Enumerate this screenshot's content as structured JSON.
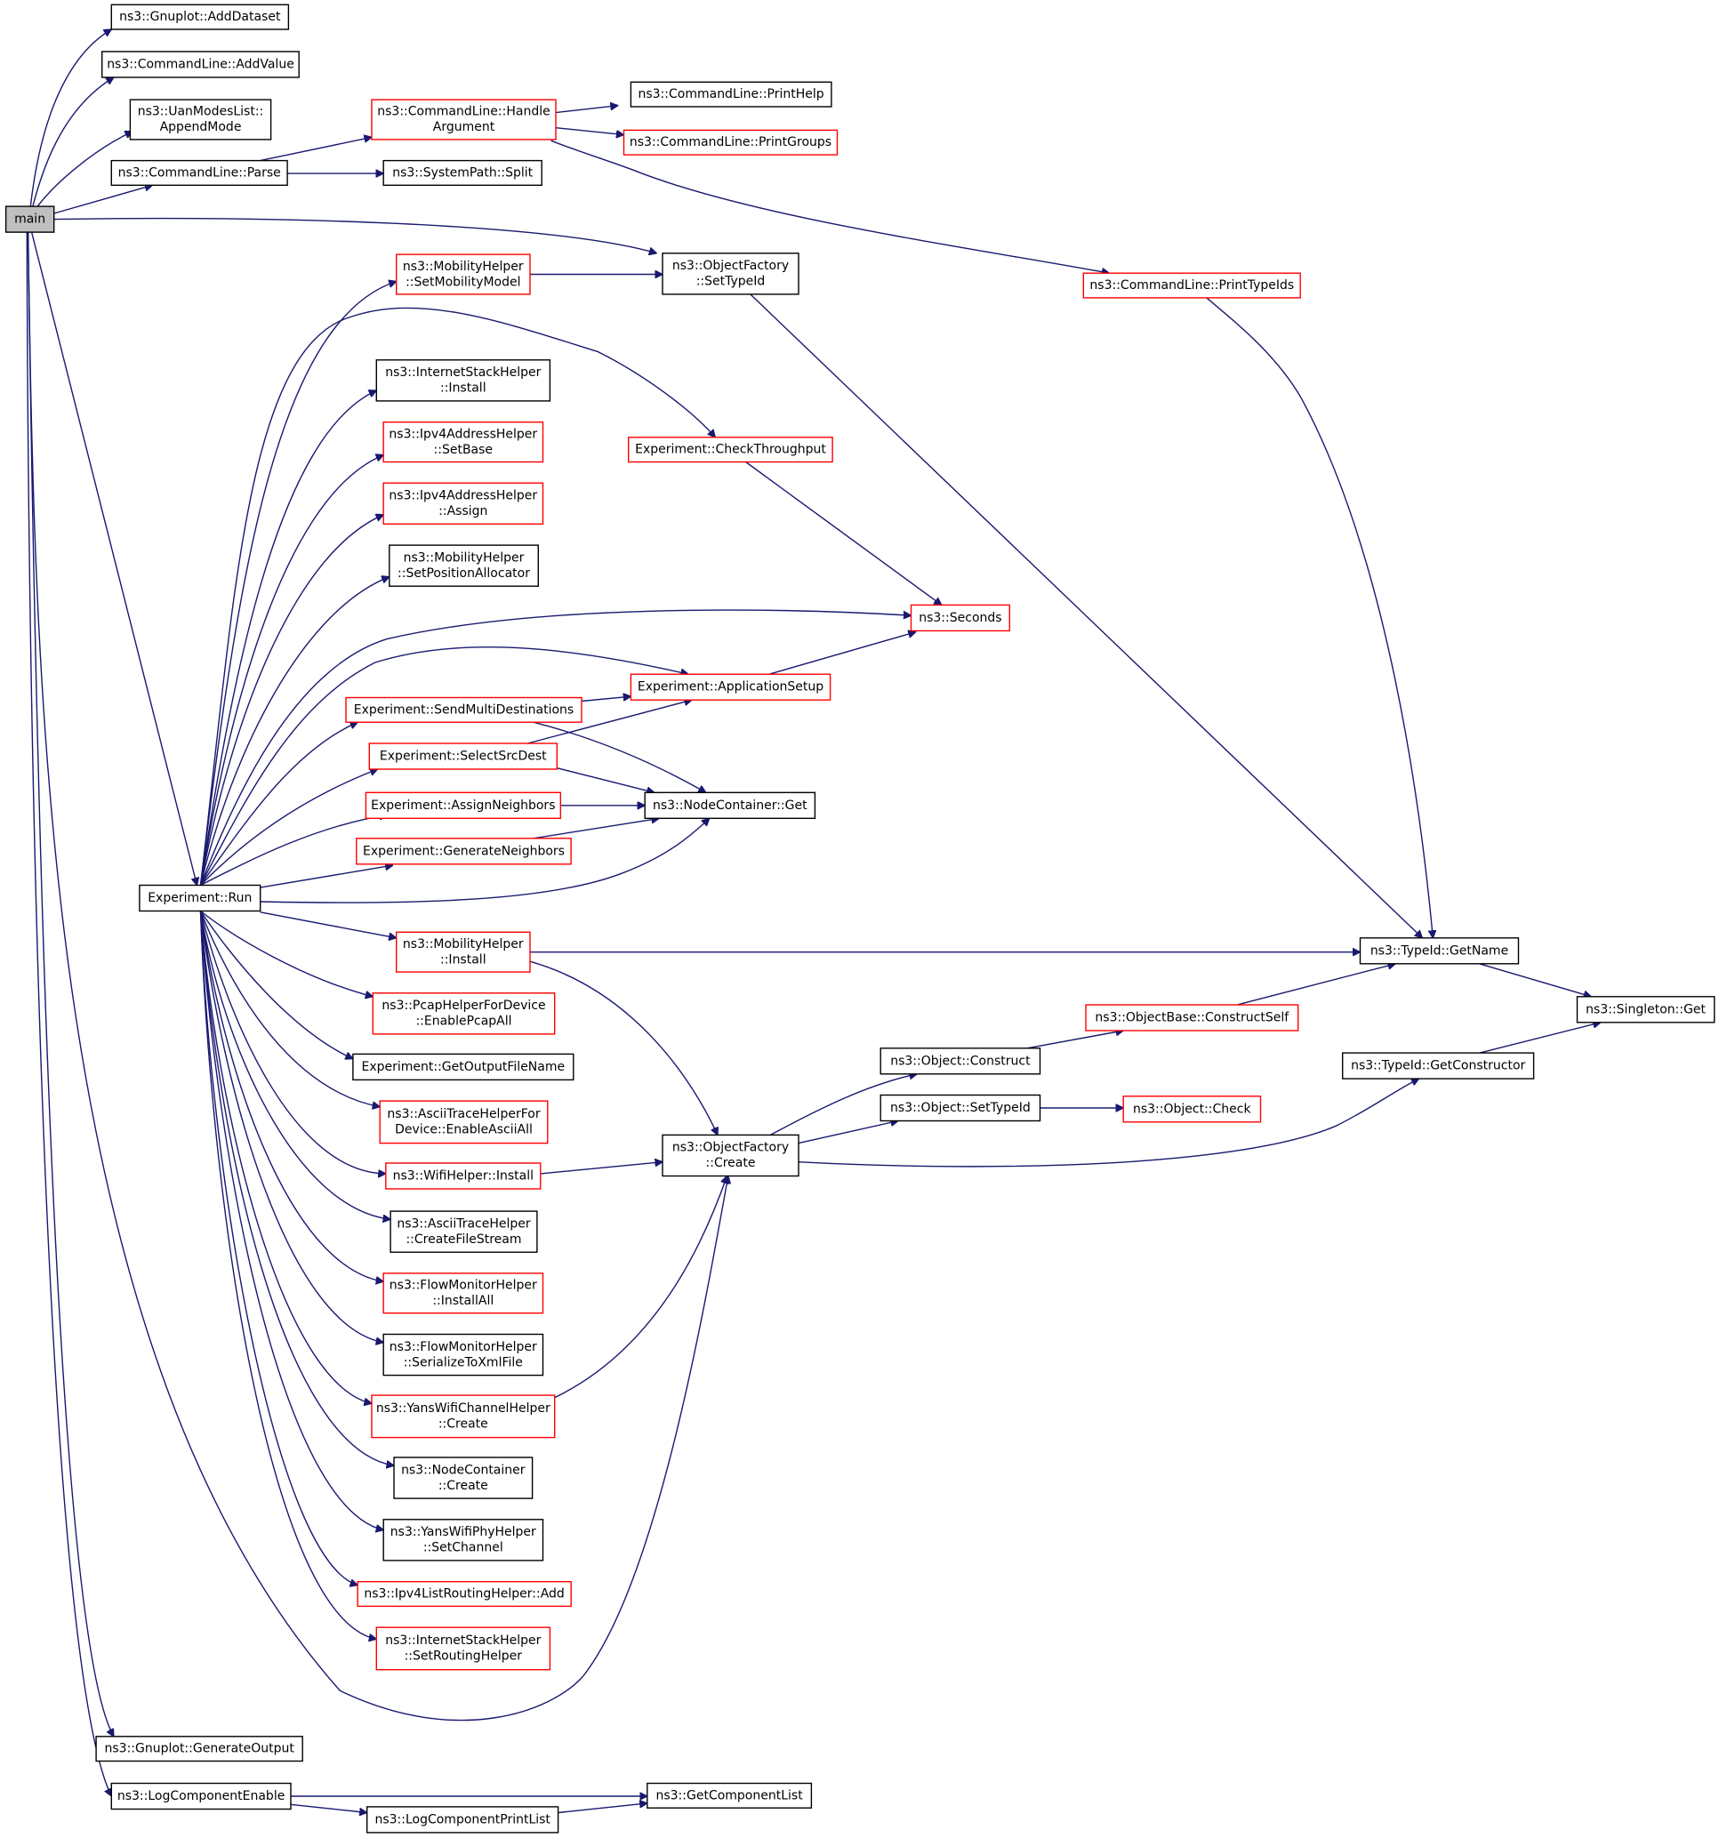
{
  "nodes": [
    {
      "id": "main",
      "lines": [
        "main"
      ]
    },
    {
      "id": "gnuplot_adddataset",
      "lines": [
        "ns3::Gnuplot::AddDataset"
      ]
    },
    {
      "id": "cmdline_addvalue",
      "lines": [
        "ns3::CommandLine::AddValue"
      ]
    },
    {
      "id": "uanmodeslist_appendmode",
      "lines": [
        "ns3::UanModesList::",
        "AppendMode"
      ]
    },
    {
      "id": "cmdline_parse",
      "lines": [
        "ns3::CommandLine::Parse"
      ]
    },
    {
      "id": "cmdline_handleargument",
      "lines": [
        "ns3::CommandLine::Handle",
        "Argument"
      ]
    },
    {
      "id": "cmdline_printhelp",
      "lines": [
        "ns3::CommandLine::PrintHelp"
      ]
    },
    {
      "id": "cmdline_printgroups",
      "lines": [
        "ns3::CommandLine::PrintGroups"
      ]
    },
    {
      "id": "systempath_split",
      "lines": [
        "ns3::SystemPath::Split"
      ]
    },
    {
      "id": "mobilityhelper_setmobilitymodel",
      "lines": [
        "ns3::MobilityHelper",
        "::SetMobilityModel"
      ]
    },
    {
      "id": "objectfactory_settypeid",
      "lines": [
        "ns3::ObjectFactory",
        "::SetTypeId"
      ]
    },
    {
      "id": "cmdline_printtypeids",
      "lines": [
        "ns3::CommandLine::PrintTypeIds"
      ]
    },
    {
      "id": "internetstackhelper_install",
      "lines": [
        "ns3::InternetStackHelper",
        "::Install"
      ]
    },
    {
      "id": "ipv4addresshelper_setbase",
      "lines": [
        "ns3::Ipv4AddressHelper",
        "::SetBase"
      ]
    },
    {
      "id": "experiment_checkthroughput",
      "lines": [
        "Experiment::CheckThroughput"
      ]
    },
    {
      "id": "ipv4addresshelper_assign",
      "lines": [
        "ns3::Ipv4AddressHelper",
        "::Assign"
      ]
    },
    {
      "id": "mobilityhelper_setpositionallocator",
      "lines": [
        "ns3::MobilityHelper",
        "::SetPositionAllocator"
      ]
    },
    {
      "id": "seconds",
      "lines": [
        "ns3::Seconds"
      ]
    },
    {
      "id": "experiment_applicationsetup",
      "lines": [
        "Experiment::ApplicationSetup"
      ]
    },
    {
      "id": "experiment_sendmultidestinations",
      "lines": [
        "Experiment::SendMultiDestinations"
      ]
    },
    {
      "id": "experiment_selectsrcdest",
      "lines": [
        "Experiment::SelectSrcDest"
      ]
    },
    {
      "id": "experiment_assignneighbors",
      "lines": [
        "Experiment::AssignNeighbors"
      ]
    },
    {
      "id": "nodecontainer_get",
      "lines": [
        "ns3::NodeContainer::Get"
      ]
    },
    {
      "id": "experiment_generateneighbors",
      "lines": [
        "Experiment::GenerateNeighbors"
      ]
    },
    {
      "id": "experiment_run",
      "lines": [
        "Experiment::Run"
      ]
    },
    {
      "id": "mobilityhelper_install",
      "lines": [
        "ns3::MobilityHelper",
        "::Install"
      ]
    },
    {
      "id": "typeid_getname",
      "lines": [
        "ns3::TypeId::GetName"
      ]
    },
    {
      "id": "singleton_get",
      "lines": [
        "ns3::Singleton::Get"
      ]
    },
    {
      "id": "pcaphelperfordevice_enablepcapall",
      "lines": [
        "ns3::PcapHelperForDevice",
        "::EnablePcapAll"
      ]
    },
    {
      "id": "objectbase_constructself",
      "lines": [
        "ns3::ObjectBase::ConstructSelf"
      ]
    },
    {
      "id": "experiment_getoutputfilename",
      "lines": [
        "Experiment::GetOutputFileName"
      ]
    },
    {
      "id": "object_construct",
      "lines": [
        "ns3::Object::Construct"
      ]
    },
    {
      "id": "typeid_getconstructor",
      "lines": [
        "ns3::TypeId::GetConstructor"
      ]
    },
    {
      "id": "asciitracehelperfordevice_enableasciiall",
      "lines": [
        "ns3::AsciiTraceHelperFor",
        "Device::EnableAsciiAll"
      ]
    },
    {
      "id": "object_settypeid",
      "lines": [
        "ns3::Object::SetTypeId"
      ]
    },
    {
      "id": "object_check",
      "lines": [
        "ns3::Object::Check"
      ]
    },
    {
      "id": "objectfactory_create",
      "lines": [
        "ns3::ObjectFactory",
        "::Create"
      ]
    },
    {
      "id": "wifihelper_install",
      "lines": [
        "ns3::WifiHelper::Install"
      ]
    },
    {
      "id": "asciitracehelper_createfilestream",
      "lines": [
        "ns3::AsciiTraceHelper",
        "::CreateFileStream"
      ]
    },
    {
      "id": "flowmonitorhelper_installall",
      "lines": [
        "ns3::FlowMonitorHelper",
        "::InstallAll"
      ]
    },
    {
      "id": "flowmonitorhelper_serializetoxmlfile",
      "lines": [
        "ns3::FlowMonitorHelper",
        "::SerializeToXmlFile"
      ]
    },
    {
      "id": "yanswifichannelhelper_create",
      "lines": [
        "ns3::YansWifiChannelHelper",
        "::Create"
      ]
    },
    {
      "id": "nodecontainer_create",
      "lines": [
        "ns3::NodeContainer",
        "::Create"
      ]
    },
    {
      "id": "yanswifiphyhelper_setchannel",
      "lines": [
        "ns3::YansWifiPhyHelper",
        "::SetChannel"
      ]
    },
    {
      "id": "ipv4listroutinghelper_add",
      "lines": [
        "ns3::Ipv4ListRoutingHelper::Add"
      ]
    },
    {
      "id": "internetstackhelper_setroutinghelper",
      "lines": [
        "ns3::InternetStackHelper",
        "::SetRoutingHelper"
      ]
    },
    {
      "id": "gnuplot_generateoutput",
      "lines": [
        "ns3::Gnuplot::GenerateOutput"
      ]
    },
    {
      "id": "logcomponentenable",
      "lines": [
        "ns3::LogComponentEnable"
      ]
    },
    {
      "id": "getcomponentlist",
      "lines": [
        "ns3::GetComponentList"
      ]
    },
    {
      "id": "logcomponentprintlist",
      "lines": [
        "ns3::LogComponentPrintList"
      ]
    }
  ],
  "edges": [
    {
      "from": "main",
      "to": "gnuplot_adddataset"
    },
    {
      "from": "main",
      "to": "cmdline_addvalue"
    },
    {
      "from": "main",
      "to": "uanmodeslist_appendmode"
    },
    {
      "from": "main",
      "to": "cmdline_parse"
    },
    {
      "from": "main",
      "to": "objectfactory_settypeid"
    },
    {
      "from": "main",
      "to": "experiment_run"
    },
    {
      "from": "main",
      "to": "objectfactory_create"
    },
    {
      "from": "main",
      "to": "gnuplot_generateoutput"
    },
    {
      "from": "main",
      "to": "logcomponentenable"
    },
    {
      "from": "cmdline_parse",
      "to": "cmdline_handleargument"
    },
    {
      "from": "cmdline_parse",
      "to": "systempath_split"
    },
    {
      "from": "cmdline_handleargument",
      "to": "cmdline_printhelp"
    },
    {
      "from": "cmdline_handleargument",
      "to": "cmdline_printgroups"
    },
    {
      "from": "cmdline_handleargument",
      "to": "cmdline_printtypeids"
    },
    {
      "from": "cmdline_printtypeids",
      "to": "typeid_getname"
    },
    {
      "from": "mobilityhelper_setmobilitymodel",
      "to": "objectfactory_settypeid"
    },
    {
      "from": "objectfactory_settypeid",
      "to": "typeid_getname"
    },
    {
      "from": "experiment_checkthroughput",
      "to": "seconds"
    },
    {
      "from": "experiment_applicationsetup",
      "to": "seconds"
    },
    {
      "from": "experiment_sendmultidestinations",
      "to": "experiment_applicationsetup"
    },
    {
      "from": "experiment_sendmultidestinations",
      "to": "nodecontainer_get"
    },
    {
      "from": "experiment_selectsrcdest",
      "to": "experiment_applicationsetup"
    },
    {
      "from": "experiment_selectsrcdest",
      "to": "nodecontainer_get"
    },
    {
      "from": "experiment_assignneighbors",
      "to": "nodecontainer_get"
    },
    {
      "from": "experiment_generateneighbors",
      "to": "nodecontainer_get"
    },
    {
      "from": "experiment_run",
      "to": "mobilityhelper_setmobilitymodel"
    },
    {
      "from": "experiment_run",
      "to": "experiment_checkthroughput"
    },
    {
      "from": "experiment_run",
      "to": "internetstackhelper_install"
    },
    {
      "from": "experiment_run",
      "to": "ipv4addresshelper_setbase"
    },
    {
      "from": "experiment_run",
      "to": "ipv4addresshelper_assign"
    },
    {
      "from": "experiment_run",
      "to": "mobilityhelper_setpositionallocator"
    },
    {
      "from": "experiment_run",
      "to": "seconds"
    },
    {
      "from": "experiment_run",
      "to": "experiment_applicationsetup"
    },
    {
      "from": "experiment_run",
      "to": "experiment_sendmultidestinations"
    },
    {
      "from": "experiment_run",
      "to": "experiment_selectsrcdest"
    },
    {
      "from": "experiment_run",
      "to": "experiment_assignneighbors"
    },
    {
      "from": "experiment_run",
      "to": "experiment_generateneighbors"
    },
    {
      "from": "experiment_run",
      "to": "nodecontainer_get"
    },
    {
      "from": "experiment_run",
      "to": "mobilityhelper_install"
    },
    {
      "from": "experiment_run",
      "to": "pcaphelperfordevice_enablepcapall"
    },
    {
      "from": "experiment_run",
      "to": "experiment_getoutputfilename"
    },
    {
      "from": "experiment_run",
      "to": "asciitracehelperfordevice_enableasciiall"
    },
    {
      "from": "experiment_run",
      "to": "wifihelper_install"
    },
    {
      "from": "experiment_run",
      "to": "asciitracehelper_createfilestream"
    },
    {
      "from": "experiment_run",
      "to": "flowmonitorhelper_installall"
    },
    {
      "from": "experiment_run",
      "to": "flowmonitorhelper_serializetoxmlfile"
    },
    {
      "from": "experiment_run",
      "to": "yanswifichannelhelper_create"
    },
    {
      "from": "experiment_run",
      "to": "nodecontainer_create"
    },
    {
      "from": "experiment_run",
      "to": "yanswifiphyhelper_setchannel"
    },
    {
      "from": "experiment_run",
      "to": "ipv4listroutinghelper_add"
    },
    {
      "from": "experiment_run",
      "to": "internetstackhelper_setroutinghelper"
    },
    {
      "from": "mobilityhelper_install",
      "to": "typeid_getname"
    },
    {
      "from": "mobilityhelper_install",
      "to": "objectfactory_create"
    },
    {
      "from": "typeid_getname",
      "to": "singleton_get"
    },
    {
      "from": "objectbase_constructself",
      "to": "typeid_getname"
    },
    {
      "from": "object_construct",
      "to": "objectbase_constructself"
    },
    {
      "from": "typeid_getconstructor",
      "to": "singleton_get"
    },
    {
      "from": "object_settypeid",
      "to": "object_check"
    },
    {
      "from": "objectfactory_create",
      "to": "object_construct"
    },
    {
      "from": "objectfactory_create",
      "to": "object_settypeid"
    },
    {
      "from": "objectfactory_create",
      "to": "typeid_getconstructor"
    },
    {
      "from": "wifihelper_install",
      "to": "objectfactory_create"
    },
    {
      "from": "yanswifichannelhelper_create",
      "to": "objectfactory_create"
    },
    {
      "from": "logcomponentenable",
      "to": "getcomponentlist"
    },
    {
      "from": "logcomponentenable",
      "to": "logcomponentprintlist"
    },
    {
      "from": "logcomponentprintlist",
      "to": "getcomponentlist"
    }
  ],
  "colors": {
    "edge": "#191970",
    "border_default": "#000000",
    "border_truncated": "#ff0000",
    "root_fill": "#bfbfbf"
  }
}
